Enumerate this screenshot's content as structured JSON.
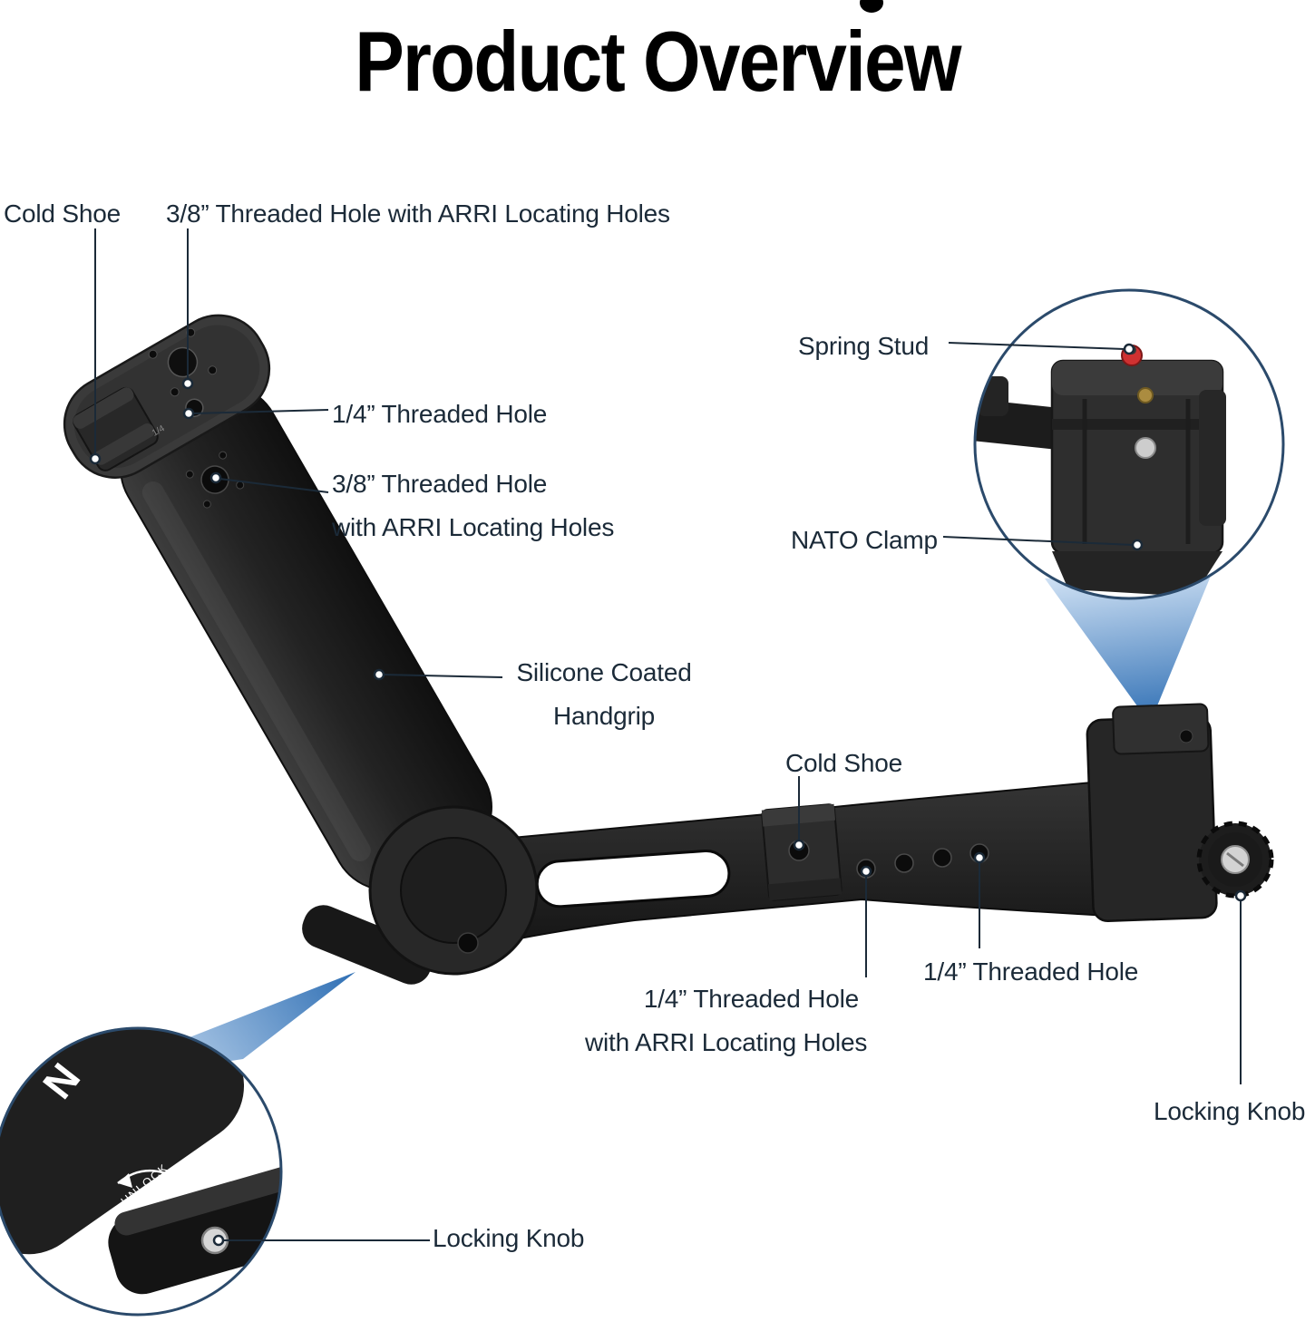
{
  "page": {
    "title": "Product Overview"
  },
  "colors": {
    "text": "#1b2a38",
    "title": "#000000",
    "accent_blue": "#2f6fb4",
    "inset_border": "#2b4a6b",
    "product_dark": "#1e1e1e",
    "spring_stud_red": "#cf3131"
  },
  "callouts": {
    "cold_shoe_top": "Cold Shoe",
    "threaded_38_arri_top": "3/8” Threaded Hole with ARRI Locating Holes",
    "threaded_14_top": "1/4” Threaded Hole",
    "threaded_38_arri_side": [
      "3/8” Threaded Hole",
      "with ARRI Locating Holes"
    ],
    "spring_stud": "Spring Stud",
    "nato_clamp": "NATO Clamp",
    "silicone_handgrip": [
      "Silicone Coated",
      "Handgrip"
    ],
    "cold_shoe_arm": "Cold Shoe",
    "threaded_14_arm_right": "1/4” Threaded Hole",
    "threaded_14_arri_arm": [
      "1/4” Threaded Hole",
      "with ARRI Locating Holes"
    ],
    "locking_knob_right": "Locking Knob",
    "locking_knob_bottom": "Locking Knob"
  },
  "engravings": {
    "unlock": "UNLOCK",
    "brand_letter": "N",
    "cap_marking": "1/4"
  }
}
